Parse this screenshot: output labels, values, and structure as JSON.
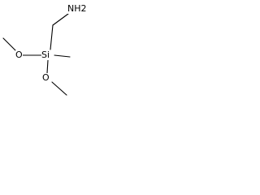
{
  "molecule": {
    "atoms": {
      "amine": "NH2",
      "silicon": "Si",
      "oxygen_left": "O",
      "oxygen_bottom": "O"
    },
    "bond_color": "#000000"
  }
}
